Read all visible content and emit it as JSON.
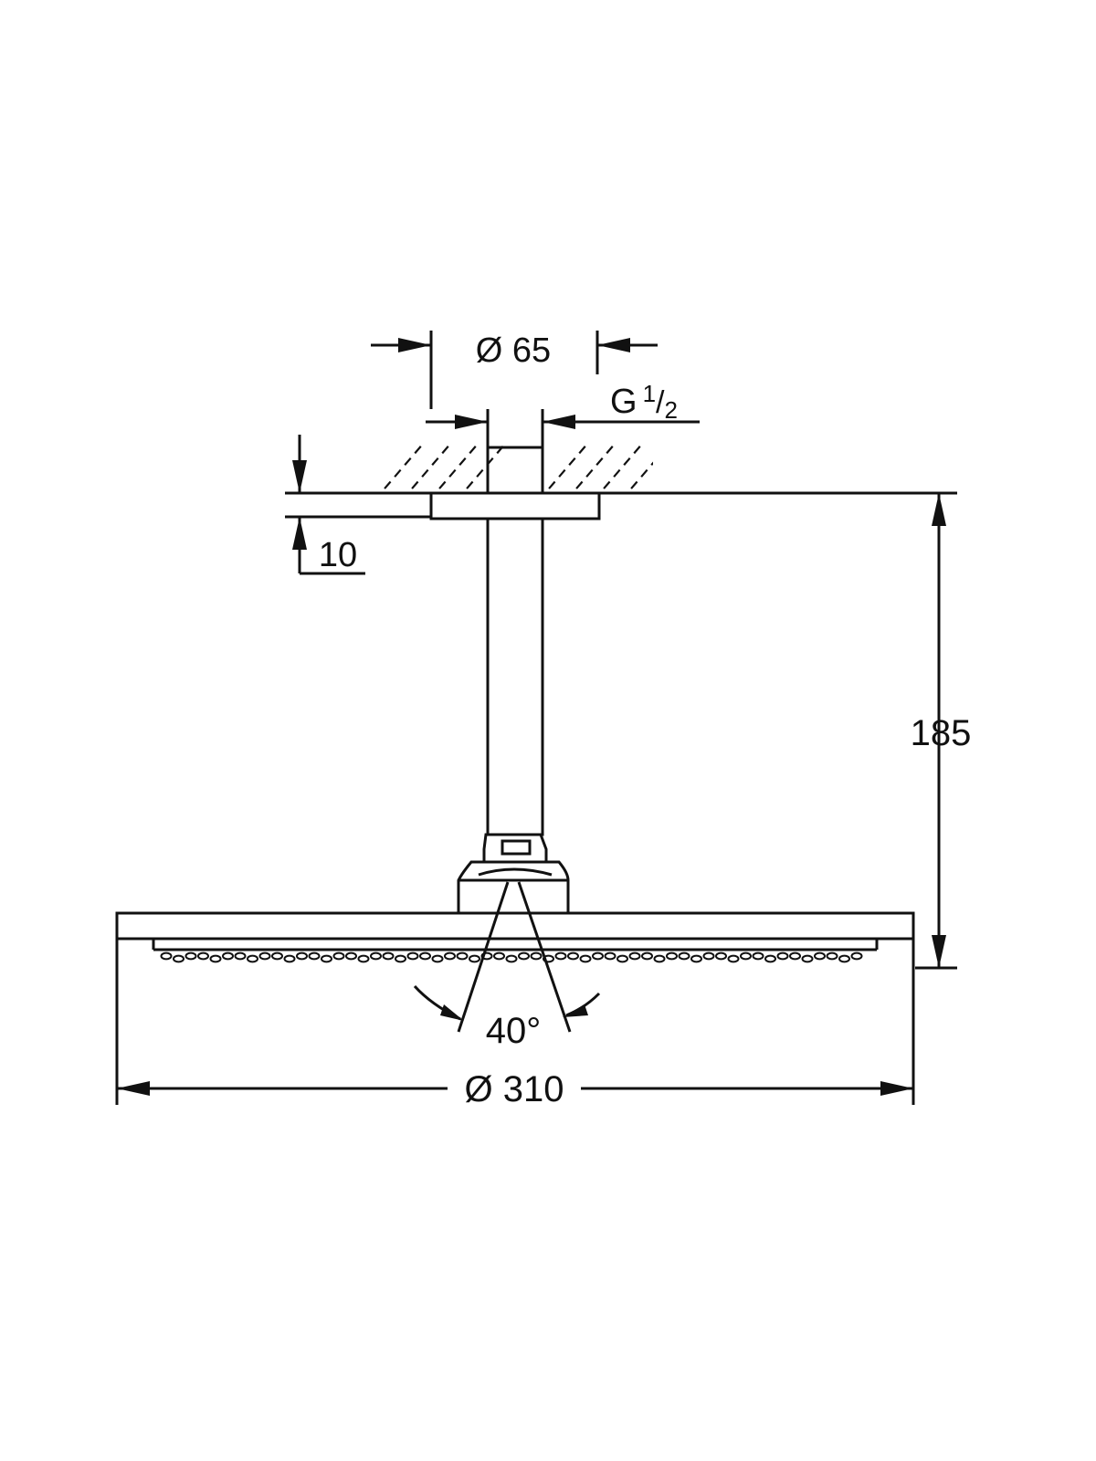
{
  "dimensions": {
    "flange_diameter": "Ø 65",
    "thread": {
      "letter": "G",
      "numerator": "1",
      "slash": "/",
      "denominator": "2"
    },
    "ceiling_offset": "10",
    "height": "185",
    "spray_angle": "40°",
    "head_diameter": "Ø 310"
  },
  "colors": {
    "line": "#111111",
    "background": "#ffffff"
  }
}
